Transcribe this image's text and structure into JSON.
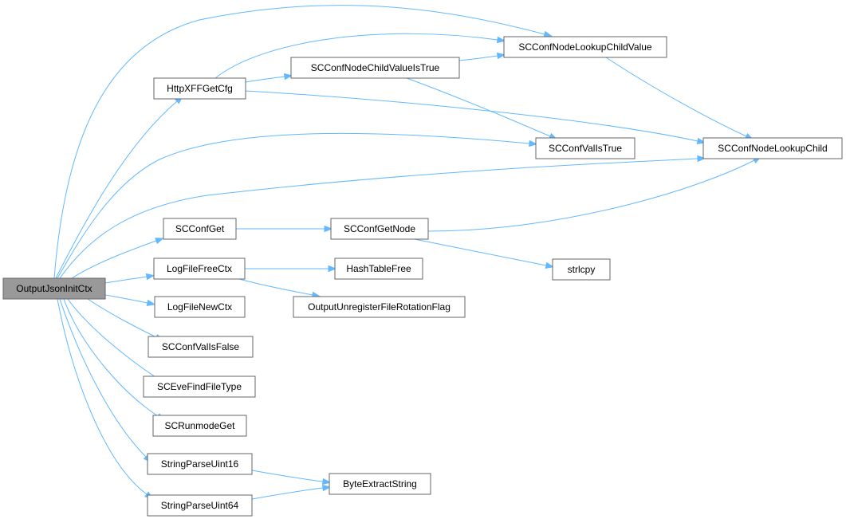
{
  "graph": {
    "type": "call-graph",
    "edge_color": "#63b8ff",
    "node_border_color": "#666666",
    "root_fill_color": "#999999",
    "nodes": [
      {
        "id": "n0",
        "label": "OutputJsonInitCtx",
        "root": true
      },
      {
        "id": "n1",
        "label": "HttpXFFGetCfg"
      },
      {
        "id": "n2",
        "label": "SCConfNodeChildValueIsTrue"
      },
      {
        "id": "n3",
        "label": "SCConfNodeLookupChildValue"
      },
      {
        "id": "n4",
        "label": "SCConfNodeLookupChild"
      },
      {
        "id": "n5",
        "label": "SCConfValIsTrue"
      },
      {
        "id": "n6",
        "label": "SCConfGet"
      },
      {
        "id": "n7",
        "label": "SCConfGetNode"
      },
      {
        "id": "n8",
        "label": "strlcpy"
      },
      {
        "id": "n9",
        "label": "LogFileFreeCtx"
      },
      {
        "id": "n10",
        "label": "HashTableFree"
      },
      {
        "id": "n11",
        "label": "OutputUnregisterFileRotationFlag"
      },
      {
        "id": "n12",
        "label": "LogFileNewCtx"
      },
      {
        "id": "n13",
        "label": "SCConfValIsFalse"
      },
      {
        "id": "n14",
        "label": "SCEveFindFileType"
      },
      {
        "id": "n15",
        "label": "SCRunmodeGet"
      },
      {
        "id": "n16",
        "label": "StringParseUint16"
      },
      {
        "id": "n17",
        "label": "ByteExtractString"
      },
      {
        "id": "n18",
        "label": "StringParseUint64"
      }
    ],
    "edges": [
      {
        "from": "n0",
        "to": "n1"
      },
      {
        "from": "n0",
        "to": "n3"
      },
      {
        "from": "n0",
        "to": "n5"
      },
      {
        "from": "n0",
        "to": "n4"
      },
      {
        "from": "n0",
        "to": "n6"
      },
      {
        "from": "n0",
        "to": "n9"
      },
      {
        "from": "n0",
        "to": "n12"
      },
      {
        "from": "n0",
        "to": "n13"
      },
      {
        "from": "n0",
        "to": "n14"
      },
      {
        "from": "n0",
        "to": "n15"
      },
      {
        "from": "n0",
        "to": "n16"
      },
      {
        "from": "n0",
        "to": "n18"
      },
      {
        "from": "n1",
        "to": "n2"
      },
      {
        "from": "n1",
        "to": "n3"
      },
      {
        "from": "n1",
        "to": "n4"
      },
      {
        "from": "n2",
        "to": "n3"
      },
      {
        "from": "n2",
        "to": "n5"
      },
      {
        "from": "n3",
        "to": "n4"
      },
      {
        "from": "n6",
        "to": "n7"
      },
      {
        "from": "n7",
        "to": "n4"
      },
      {
        "from": "n7",
        "to": "n8"
      },
      {
        "from": "n9",
        "to": "n10"
      },
      {
        "from": "n9",
        "to": "n11"
      },
      {
        "from": "n16",
        "to": "n17"
      },
      {
        "from": "n18",
        "to": "n17"
      }
    ]
  }
}
